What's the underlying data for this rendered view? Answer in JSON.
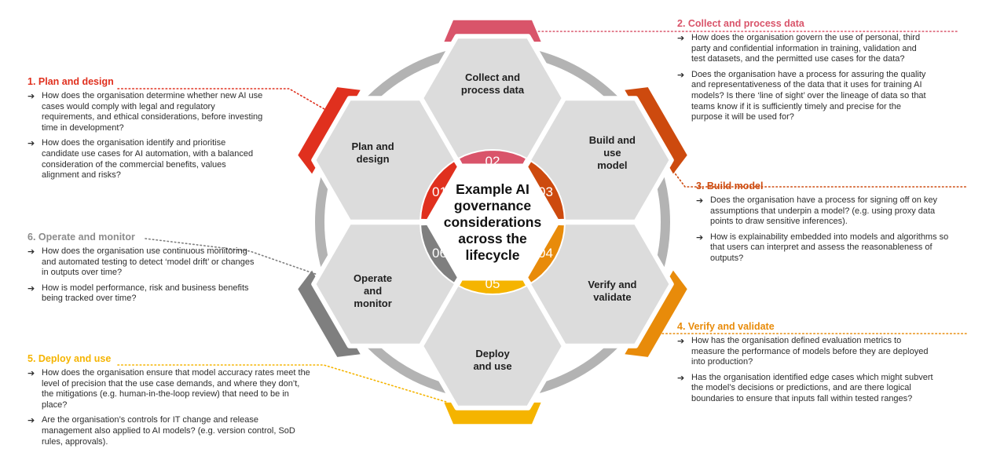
{
  "center": {
    "title_lines": [
      "Example AI",
      "governance",
      "considerations",
      "across the",
      "lifecycle"
    ]
  },
  "colors": {
    "stage1": "#e0301e",
    "stage2": "#d9546a",
    "stage3": "#cd4a0e",
    "stage4": "#e88b0a",
    "stage5": "#f5b400",
    "stage6": "#7f7f7f",
    "hex_fill": "#dcdcdc",
    "ring": "#b3b3b3"
  },
  "stages": [
    {
      "id": "01",
      "hex_label_lines": [
        "Plan and",
        "design"
      ],
      "panel_title": "1. Plan and design",
      "color": "#e0301e",
      "questions": [
        "How does the organisation determine whether new AI use cases would comply with legal and regulatory requirements, and ethical considerations, before investing time in development?",
        "How does the organisation identify and prioritise candidate use cases for AI automation, with a balanced consideration of the commercial benefits, values alignment and risks?"
      ]
    },
    {
      "id": "02",
      "hex_label_lines": [
        "Collect and",
        "process data"
      ],
      "panel_title": "2. Collect and process data",
      "color": "#d9546a",
      "questions": [
        "How does the organisation govern the use of personal, third party and confidential information in training, validation and test datasets, and the permitted use cases for the data?",
        "Does the organisation have a process for assuring the quality and representativeness of the data that it uses for training AI models? Is there ‘line of sight’ over the lineage of data so that teams know if it is sufficiently timely and precise for the purpose it will be used for?"
      ]
    },
    {
      "id": "03",
      "hex_label_lines": [
        "Build and",
        "use",
        "model"
      ],
      "panel_title": "3. Build model",
      "color": "#cd4a0e",
      "questions": [
        "Does the organisation have a process for signing off on key assumptions that underpin a model? (e.g. using proxy data points to draw sensitive inferences).",
        "How is explainability embedded into models and algorithms so that users can interpret and assess the reasonableness of outputs?"
      ]
    },
    {
      "id": "04",
      "hex_label_lines": [
        "Verify and",
        "validate"
      ],
      "panel_title": "4. Verify and validate",
      "color": "#e88b0a",
      "questions": [
        "How has the organisation defined evaluation metrics to measure the performance of models before they are deployed into production?",
        "Has the organisation identified edge cases which might subvert the model’s decisions or predictions, and are there logical boundaries to ensure that inputs fall within tested ranges?"
      ]
    },
    {
      "id": "05",
      "hex_label_lines": [
        "Deploy",
        "and use"
      ],
      "panel_title": "5. Deploy and use",
      "color": "#f5b400",
      "questions": [
        "How does the organisation ensure that model accuracy rates meet the level of precision that the use case demands, and where they don’t, the mitigations (e.g. human-in-the-loop review) that need to be in place?",
        "Are the organisation’s controls for IT change and release management also applied to AI models? (e.g. version control, SoD rules, approvals)."
      ]
    },
    {
      "id": "06",
      "hex_label_lines": [
        "Operate",
        "and",
        "monitor"
      ],
      "panel_title": "6. Operate and monitor",
      "color": "#7f7f7f",
      "questions": [
        "How does the organisation use continuous monitoring and automated testing to detect ‘model drift’ or changes in outputs over time?",
        "How is model performance, risk and business benefits being tracked over time?"
      ]
    }
  ]
}
